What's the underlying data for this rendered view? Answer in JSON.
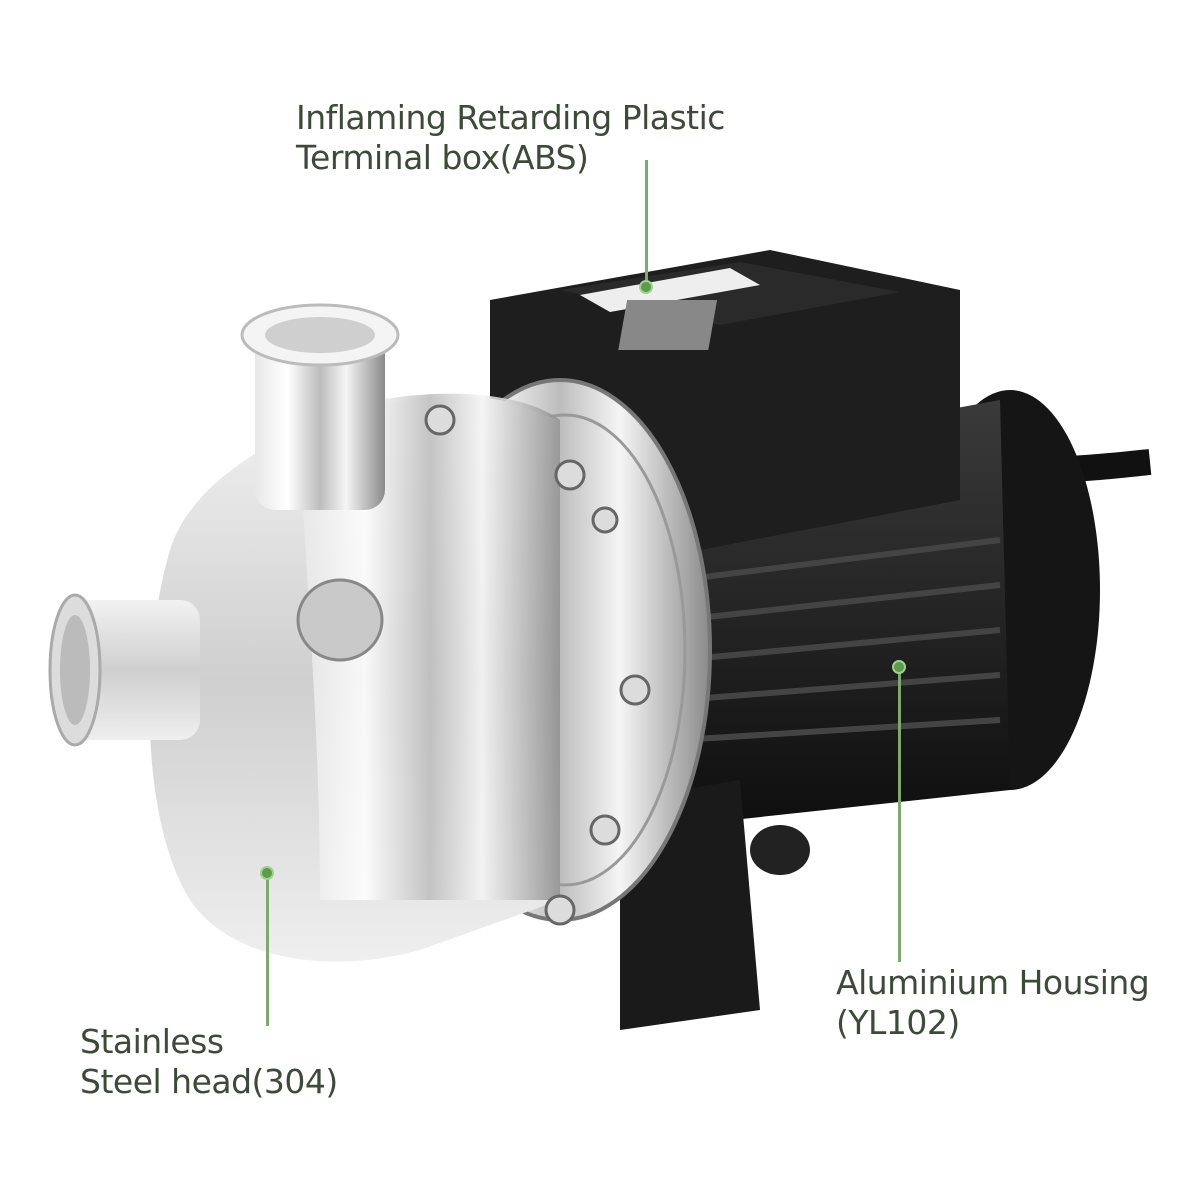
{
  "callouts": {
    "terminal_box": {
      "line1": "Inflaming Retarding Plastic",
      "line2": "Terminal box(ABS)"
    },
    "housing": {
      "line1": "Aluminium Housing",
      "line2": "(YL102)"
    },
    "head": {
      "line1": "Stainless",
      "line2": "Steel head(304)"
    }
  },
  "colors": {
    "leader_line": "#7fa870",
    "text": "#3d4a3a"
  }
}
